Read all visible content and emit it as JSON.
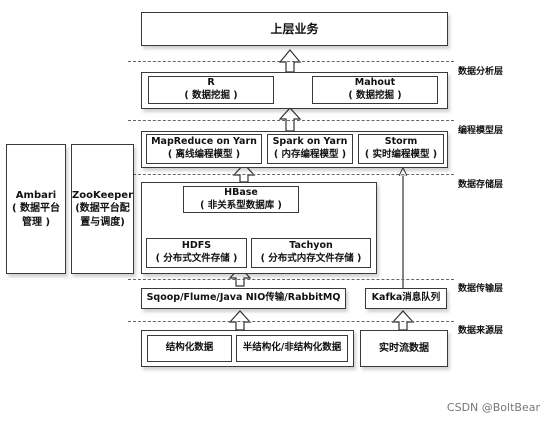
{
  "top": {
    "title": "上层业务"
  },
  "layers": {
    "analysis": "数据分析层",
    "programming": "编程模型层",
    "storage": "数据存储层",
    "transport": "数据传输层",
    "source": "数据来源层"
  },
  "analysis_boxes": [
    {
      "name": "R",
      "sub": "( 数据挖掘 )"
    },
    {
      "name": "Mahout",
      "sub": "( 数据挖掘 )"
    }
  ],
  "programming_boxes": [
    {
      "name": "MapReduce on Yarn",
      "sub": "( 离线编程模型 )"
    },
    {
      "name": "Spark on Yarn",
      "sub": "( 内存编程模型 )"
    },
    {
      "name": "Storm",
      "sub": "( 实时编程模型 )"
    }
  ],
  "hbase": {
    "name": "HBase",
    "sub": "( 非关系型数据库 )"
  },
  "storage_boxes": [
    {
      "name": "HDFS",
      "sub": "( 分布式文件存储 )"
    },
    {
      "name": "Tachyon",
      "sub": "( 分布式内存文件存储 )"
    }
  ],
  "transport_boxes": [
    {
      "name": "Sqoop/Flume/Java NIO传输/RabbitMQ"
    },
    {
      "name": "Kafka消息队列"
    }
  ],
  "source_boxes": [
    {
      "name": "结构化数据"
    },
    {
      "name": "半结构化/非结构化数据"
    },
    {
      "name": "实时流数据"
    }
  ],
  "side": {
    "ambari": {
      "name": "Ambari",
      "line1": "( 数据平台",
      "line2": "管理 )"
    },
    "zookeeper": {
      "name": "ZooKeeper",
      "line1": "(数据平台配",
      "line2": "置与调度)"
    }
  },
  "watermark": "CSDN @BoltBear"
}
